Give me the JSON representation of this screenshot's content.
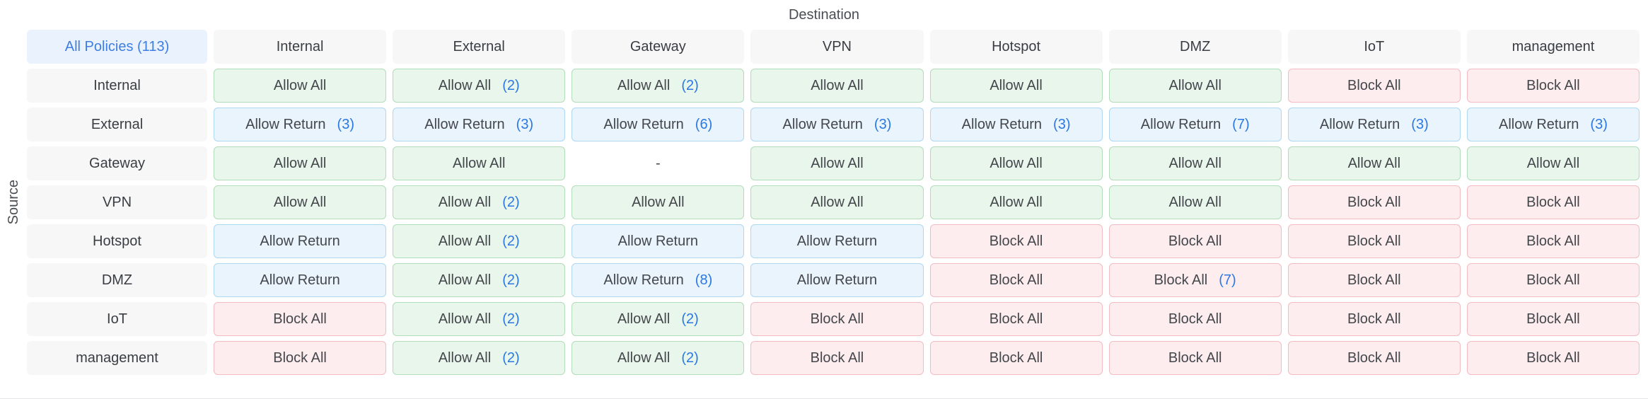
{
  "matrix": {
    "destination_label": "Destination",
    "source_label": "Source",
    "corner_label": "All Policies (113)",
    "columns": [
      "Internal",
      "External",
      "Gateway",
      "VPN",
      "Hotspot",
      "DMZ",
      "IoT",
      "management"
    ],
    "rows": [
      {
        "label": "Internal",
        "cells": [
          {
            "label": "Allow All",
            "count": "",
            "type": "allow"
          },
          {
            "label": "Allow All",
            "count": "(2)",
            "type": "allow"
          },
          {
            "label": "Allow All",
            "count": "(2)",
            "type": "allow"
          },
          {
            "label": "Allow All",
            "count": "",
            "type": "allow"
          },
          {
            "label": "Allow All",
            "count": "",
            "type": "allow"
          },
          {
            "label": "Allow All",
            "count": "",
            "type": "allow"
          },
          {
            "label": "Block All",
            "count": "",
            "type": "block"
          },
          {
            "label": "Block All",
            "count": "",
            "type": "block"
          }
        ]
      },
      {
        "label": "External",
        "cells": [
          {
            "label": "Allow Return",
            "count": "(3)",
            "type": "return"
          },
          {
            "label": "Allow Return",
            "count": "(3)",
            "type": "return"
          },
          {
            "label": "Allow Return",
            "count": "(6)",
            "type": "return"
          },
          {
            "label": "Allow Return",
            "count": "(3)",
            "type": "return"
          },
          {
            "label": "Allow Return",
            "count": "(3)",
            "type": "return"
          },
          {
            "label": "Allow Return",
            "count": "(7)",
            "type": "return"
          },
          {
            "label": "Allow Return",
            "count": "(3)",
            "type": "return"
          },
          {
            "label": "Allow Return",
            "count": "(3)",
            "type": "return"
          }
        ]
      },
      {
        "label": "Gateway",
        "cells": [
          {
            "label": "Allow All",
            "count": "",
            "type": "allow"
          },
          {
            "label": "Allow All",
            "count": "",
            "type": "allow"
          },
          {
            "label": "-",
            "count": "",
            "type": "none"
          },
          {
            "label": "Allow All",
            "count": "",
            "type": "allow"
          },
          {
            "label": "Allow All",
            "count": "",
            "type": "allow"
          },
          {
            "label": "Allow All",
            "count": "",
            "type": "allow"
          },
          {
            "label": "Allow All",
            "count": "",
            "type": "allow"
          },
          {
            "label": "Allow All",
            "count": "",
            "type": "allow"
          }
        ]
      },
      {
        "label": "VPN",
        "cells": [
          {
            "label": "Allow All",
            "count": "",
            "type": "allow"
          },
          {
            "label": "Allow All",
            "count": "(2)",
            "type": "allow"
          },
          {
            "label": "Allow All",
            "count": "",
            "type": "allow"
          },
          {
            "label": "Allow All",
            "count": "",
            "type": "allow"
          },
          {
            "label": "Allow All",
            "count": "",
            "type": "allow"
          },
          {
            "label": "Allow All",
            "count": "",
            "type": "allow"
          },
          {
            "label": "Block All",
            "count": "",
            "type": "block"
          },
          {
            "label": "Block All",
            "count": "",
            "type": "block"
          }
        ]
      },
      {
        "label": "Hotspot",
        "cells": [
          {
            "label": "Allow Return",
            "count": "",
            "type": "return"
          },
          {
            "label": "Allow All",
            "count": "(2)",
            "type": "allow"
          },
          {
            "label": "Allow Return",
            "count": "",
            "type": "return"
          },
          {
            "label": "Allow Return",
            "count": "",
            "type": "return"
          },
          {
            "label": "Block All",
            "count": "",
            "type": "block"
          },
          {
            "label": "Block All",
            "count": "",
            "type": "block"
          },
          {
            "label": "Block All",
            "count": "",
            "type": "block"
          },
          {
            "label": "Block All",
            "count": "",
            "type": "block"
          }
        ]
      },
      {
        "label": "DMZ",
        "cells": [
          {
            "label": "Allow Return",
            "count": "",
            "type": "return"
          },
          {
            "label": "Allow All",
            "count": "(2)",
            "type": "allow"
          },
          {
            "label": "Allow Return",
            "count": "(8)",
            "type": "return"
          },
          {
            "label": "Allow Return",
            "count": "",
            "type": "return"
          },
          {
            "label": "Block All",
            "count": "",
            "type": "block"
          },
          {
            "label": "Block All",
            "count": "(7)",
            "type": "block"
          },
          {
            "label": "Block All",
            "count": "",
            "type": "block"
          },
          {
            "label": "Block All",
            "count": "",
            "type": "block"
          }
        ]
      },
      {
        "label": "IoT",
        "cells": [
          {
            "label": "Block All",
            "count": "",
            "type": "block"
          },
          {
            "label": "Allow All",
            "count": "(2)",
            "type": "allow"
          },
          {
            "label": "Allow All",
            "count": "(2)",
            "type": "allow"
          },
          {
            "label": "Block All",
            "count": "",
            "type": "block"
          },
          {
            "label": "Block All",
            "count": "",
            "type": "block"
          },
          {
            "label": "Block All",
            "count": "",
            "type": "block"
          },
          {
            "label": "Block All",
            "count": "",
            "type": "block"
          },
          {
            "label": "Block All",
            "count": "",
            "type": "block"
          }
        ]
      },
      {
        "label": "management",
        "cells": [
          {
            "label": "Block All",
            "count": "",
            "type": "block"
          },
          {
            "label": "Allow All",
            "count": "(2)",
            "type": "allow"
          },
          {
            "label": "Allow All",
            "count": "(2)",
            "type": "allow"
          },
          {
            "label": "Block All",
            "count": "",
            "type": "block"
          },
          {
            "label": "Block All",
            "count": "",
            "type": "block"
          },
          {
            "label": "Block All",
            "count": "",
            "type": "block"
          },
          {
            "label": "Block All",
            "count": "",
            "type": "block"
          },
          {
            "label": "Block All",
            "count": "",
            "type": "block"
          }
        ]
      }
    ]
  },
  "colors": {
    "allow_bg": "#e9f6ec",
    "allow_border": "#b2dcba",
    "allow_return_bg": "#e9f4fd",
    "allow_return_border": "#aed7f2",
    "block_bg": "#fdedee",
    "block_border": "#f2bcc3",
    "count_text": "#2b78e4",
    "all_policies_bg": "#eaf2fd",
    "all_policies_text": "#3e7ee0",
    "header_bg": "#f7f7f8"
  }
}
